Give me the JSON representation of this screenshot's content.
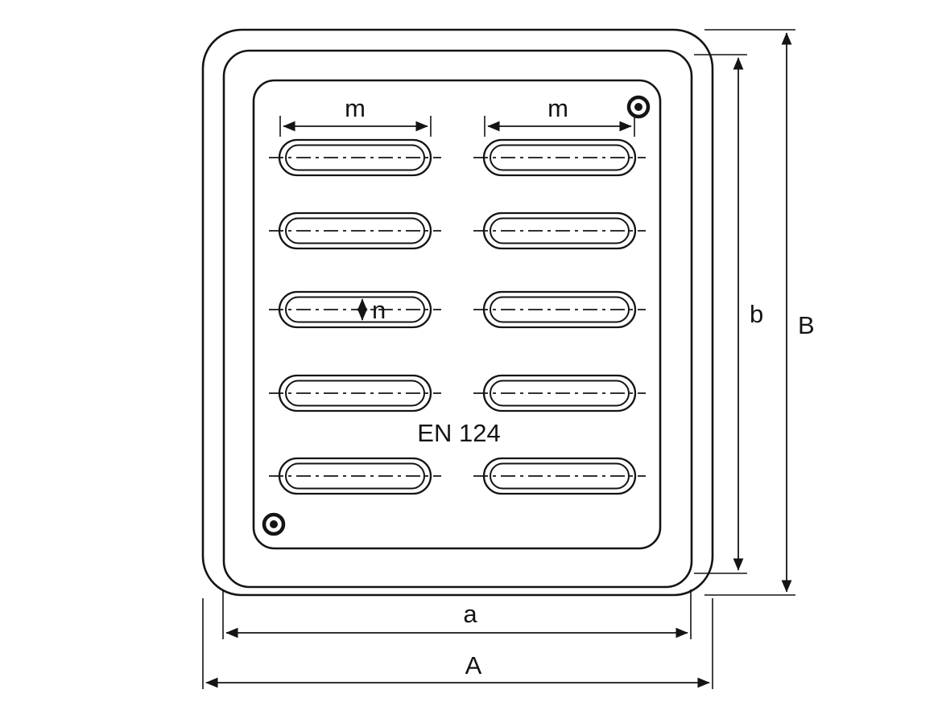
{
  "drawing": {
    "labels": {
      "slot_length_left": "m",
      "slot_length_right": "m",
      "slot_width": "n",
      "standard": "EN 124",
      "inner_height": "b",
      "outer_height": "B",
      "inner_width": "a",
      "outer_width": "A"
    },
    "slots": {
      "rows": 5,
      "columns": 2,
      "count": 10
    },
    "bolt_holes": 2,
    "colors": {
      "line": "#141414",
      "background": "#ffffff"
    }
  }
}
